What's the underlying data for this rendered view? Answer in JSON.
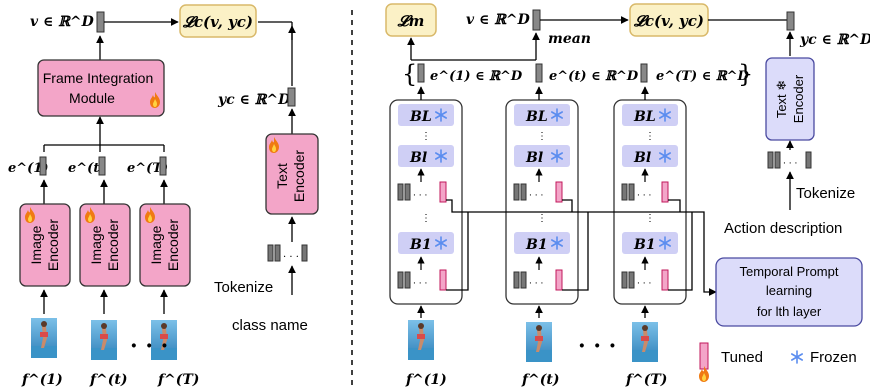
{
  "left": {
    "v_label": "v ∈ ℝ^D",
    "loss": "𝓛c(v, yc)",
    "frame_integration": [
      "Frame Integration",
      "Module"
    ],
    "embeddings": [
      "e^(1)",
      "e^(t)",
      "e^(T)"
    ],
    "image_encoder": [
      "Image",
      "Encoder"
    ],
    "frames": [
      "f^(1)",
      "f^(t)",
      "f^(T)"
    ],
    "dots": "· · ·",
    "yc_label": "yc ∈ ℝ^D",
    "text_encoder": [
      "Text",
      "Encoder"
    ],
    "tokenize": "Tokenize",
    "class_name": "class name"
  },
  "right": {
    "lm": "𝓛m",
    "v_label": "v ∈ ℝ^D",
    "mean": "mean",
    "loss": "𝓛c(v, yc)",
    "embeddings": [
      "e^(1) ∈ ℝ^D",
      "e^(t) ∈ ℝ^D",
      "e^(T) ∈ ℝ^D"
    ],
    "block_top": "BL",
    "block_mid": "Bl",
    "block_bottom": "B1",
    "frames": [
      "f^(1)",
      "f^(t)",
      "f^(T)"
    ],
    "dots": "· · ·",
    "yc_label": "yc ∈ ℝ^D",
    "text_encoder": [
      "Text ❄",
      "Encoder"
    ],
    "tokenize": "Tokenize",
    "action_description": "Action description",
    "temporal_prompt": [
      "Temporal Prompt",
      "learning",
      "for  lth layer"
    ],
    "legend_tuned": "Tuned",
    "legend_frozen": "Frozen"
  },
  "colors": {
    "pink": "#f3a5c8",
    "pink_stroke": "#c2185b",
    "loss_fill": "#fbf1c6",
    "loss_stroke": "#d9b96a",
    "lavender": "#dcdcfa",
    "lavender_stroke": "#4a4aa0",
    "block_fill": "#cfcff5",
    "gray_token": "#777777",
    "snowflake": "#5b8def",
    "flame": "#f07a12"
  },
  "icons": [
    "fire-icon",
    "snowflake-icon",
    "image-frame-icon"
  ]
}
